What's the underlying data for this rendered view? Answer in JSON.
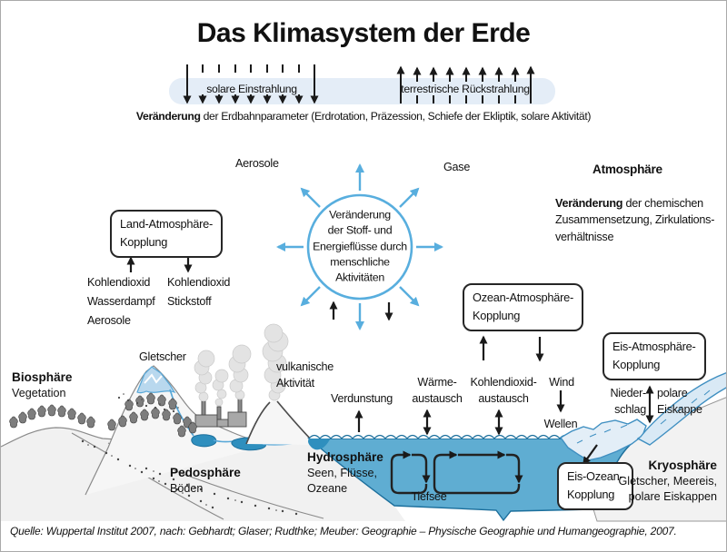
{
  "title": "Das Klimasystem der Erde",
  "header": {
    "solar": "solare Einstrahlung",
    "terrestrial": "terrestrische Rückstrahlung",
    "orbit_bold": "Veränderung",
    "orbit_rest": " der Erdbahnparameter (Erdrotation, Präzession, Schiefe der Ekliptik, solare Aktivität)"
  },
  "atmosphere": {
    "aerosole": "Aerosole",
    "gase": "Gase",
    "heading": "Atmosphäre",
    "note_bold": "Veränderung",
    "note_rest": " der chemischen\nZusammensetzung, Zirkulations-\nverhältnisse"
  },
  "circle": {
    "text": "Veränderung\nder Stoff- und\nEnergieflüsse durch\nmenschliche\nAktivitäten"
  },
  "couplings": {
    "land": "Land-Atmosphäre-\nKopplung",
    "land_up": "Kohlendioxid\nWasserdampf\nAerosole",
    "land_down": "Kohlendioxid\nStickstoff",
    "ozean": "Ozean-Atmosphäre-\nKopplung",
    "eis_atmo": "Eis-Atmosphäre-\nKopplung",
    "eis_ozean": "Eis-Ozean-\nKopplung"
  },
  "land_labels": {
    "gletscher": "Gletscher",
    "vulkanisch": "vulkanische\nAktivität",
    "verdunstung": "Verdunstung",
    "waerme": "Wärme-\naustausch",
    "co2_austausch": "Kohlendioxid-\naustausch",
    "wind": "Wind",
    "wellen": "Wellen",
    "niederschlag": "Nieder-\nschlag",
    "polare_eiskappe": "polare\nEiskappe",
    "tiefsee": "Tiefsee"
  },
  "spheres": {
    "bio": {
      "name": "Biosphäre",
      "sub": "Vegetation"
    },
    "pedo": {
      "name": "Pedosphäre",
      "sub": "Böden"
    },
    "hydro": {
      "name": "Hydrosphäre",
      "sub": "Seen, Flüsse,\nOzeane"
    },
    "kryo": {
      "name": "Kryosphäre",
      "sub": "Gletscher, Meereis,\npolare Eiskappen"
    }
  },
  "source": "Quelle:  Wuppertal Institut 2007, nach: Gebhardt; Glaser; Rudthke; Meuber: Geographie – Physische Geographie und Humangeographie, 2007.",
  "colors": {
    "accent_blue": "#58aede",
    "ocean": "#5fadd2",
    "lake": "#2f8fbe",
    "ice": "#d9e9f5",
    "band": "#e4edf7",
    "terrain": "#f1f1f1"
  }
}
